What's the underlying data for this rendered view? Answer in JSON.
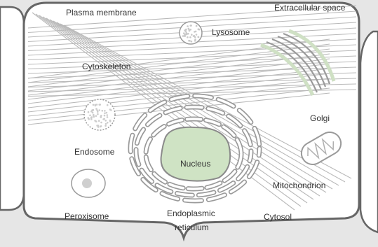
{
  "labels": {
    "plasma_membrane": "Plasma membrane",
    "extracellular_space": "Extracellular space",
    "lysosome": "Lysosome",
    "cytoskeleton": "Cytoskeleton",
    "golgi": "Golgi",
    "endosome": "Endosome",
    "nucleus": "Nucleus",
    "mitochondrion": "Mitochondrion",
    "peroxisome": "Peroxisome",
    "endoplasmic_reticulum_line1": "Endoplasmic",
    "endoplasmic_reticulum_line2": "reticulum",
    "cytosol": "Cytosol"
  },
  "colors": {
    "extracellular": "#e6e6e6",
    "membrane": "#666666",
    "filament": "#b9b9b9",
    "organelle_outline": "#9a9a9a",
    "nucleus_fill": "#cfe3c4",
    "golgi_tint": "#cfe0c4",
    "peroxisome_core": "#cfcfcf"
  }
}
